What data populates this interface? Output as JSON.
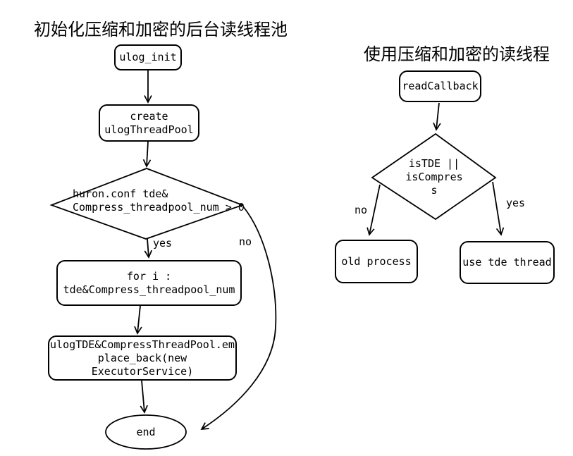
{
  "background": "#ffffff",
  "stroke_color": "#000000",
  "left_chart": {
    "title": "初始化压缩和加密的后台读线程池",
    "nodes": {
      "ulog_init": {
        "label": "ulog_init"
      },
      "create_pool": {
        "lines": [
          "create",
          "ulogThreadPool"
        ]
      },
      "decision": {
        "lines": [
          "huron.conf tde&",
          "Compress_threadpool_num > 0"
        ]
      },
      "for_loop": {
        "lines": [
          "for i :",
          "tde&Compress_threadpool_num"
        ]
      },
      "emplace": {
        "lines": [
          "ulogTDE&CompressThreadPool.em",
          "place_back(new",
          "ExecutorService)"
        ]
      },
      "end": {
        "label": "end"
      }
    },
    "edge_labels": {
      "yes": "yes",
      "no": "no"
    }
  },
  "right_chart": {
    "title": "使用压缩和加密的读线程",
    "nodes": {
      "read_callback": {
        "label": "readCallback"
      },
      "decision": {
        "lines": [
          "isTDE ||",
          "isCompres",
          "s"
        ]
      },
      "old_process": {
        "label": "old process"
      },
      "use_tde_thread": {
        "label": "use tde thread"
      }
    },
    "edge_labels": {
      "no": "no",
      "yes": "yes"
    }
  }
}
